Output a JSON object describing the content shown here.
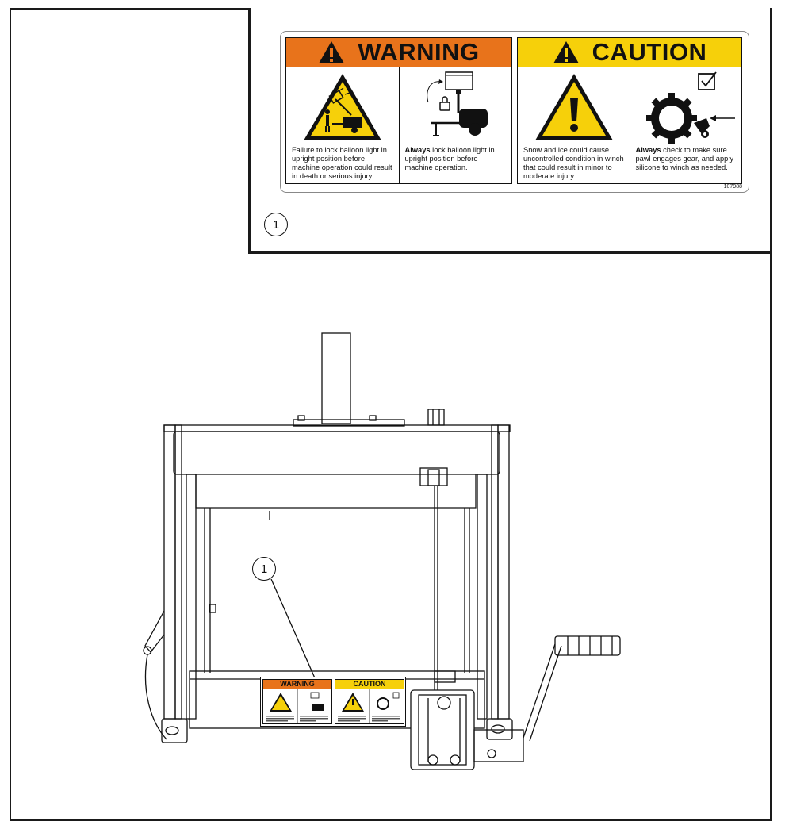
{
  "decal": {
    "warning": {
      "header": "WARNING",
      "color": "#e8731b",
      "hazard_text": "Failure to lock balloon light in upright position before machine operation could result in death or serious injury.",
      "instruction_bold": "Always",
      "instruction_text": " lock balloon light in upright position before machine operation."
    },
    "caution": {
      "header": "CAUTION",
      "color": "#f6d00a",
      "hazard_text": "Snow and ice could cause uncontrolled condition in winch that could result in minor to moderate injury.",
      "instruction_bold": "Always",
      "instruction_text": " check to make sure pawl engages gear, and apply silicone to winch as needed."
    },
    "part_number": "107988"
  },
  "callouts": {
    "inset": "1",
    "machine": "1"
  },
  "icons": [
    "warning-triangle-icon",
    "balloon-light-hazard-icon",
    "lock-balloon-light-icon",
    "exclamation-triangle-icon",
    "winch-gear-pawl-icon",
    "checkbox-icon"
  ]
}
